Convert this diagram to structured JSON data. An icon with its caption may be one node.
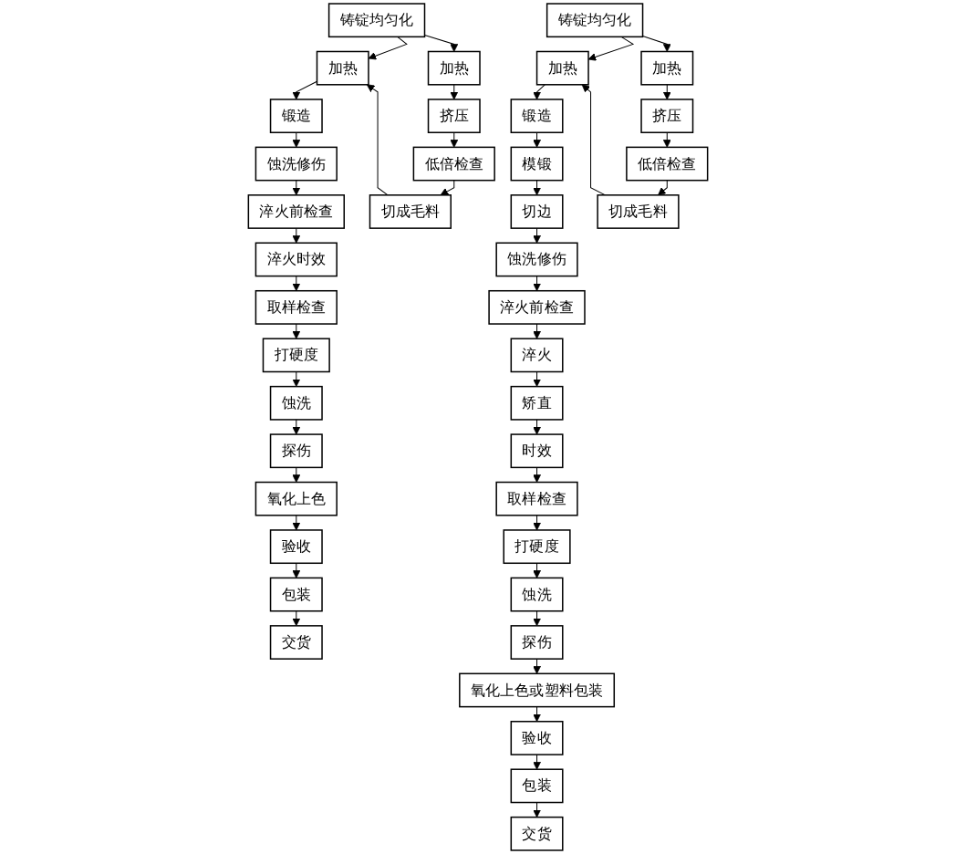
{
  "diagram": {
    "nodes": [
      {
        "text": [
          "铸锭均匀化"
        ]
      },
      {
        "text": [
          "加热"
        ]
      },
      {
        "text": [
          "锻造"
        ]
      },
      {
        "text": [
          "蚀洗修伤"
        ]
      },
      {
        "text": [
          "淬火前检查"
        ]
      },
      {
        "text": [
          "淬火时效"
        ]
      },
      {
        "text": [
          "取样检查"
        ]
      },
      {
        "text": [
          "打硬度"
        ]
      },
      {
        "text": [
          "蚀洗"
        ]
      },
      {
        "text": [
          "探伤"
        ]
      },
      {
        "text": [
          "氧化上色"
        ]
      },
      {
        "text": [
          "验收"
        ]
      },
      {
        "text": [
          "包装"
        ]
      },
      {
        "text": [
          "交货"
        ]
      },
      {
        "text": [
          "加热"
        ]
      },
      {
        "text": [
          "挤压"
        ]
      },
      {
        "text": [
          "低倍检查"
        ]
      },
      {
        "text": [
          "切成毛料"
        ]
      },
      {
        "text": [
          "铸锭均匀化"
        ]
      },
      {
        "text": [
          "加热"
        ]
      },
      {
        "text": [
          "锻造"
        ]
      },
      {
        "text": [
          "模锻"
        ]
      },
      {
        "text": [
          "切边"
        ]
      },
      {
        "text": [
          "蚀洗修伤"
        ]
      },
      {
        "text": [
          "淬火前检查"
        ]
      },
      {
        "text": [
          "淬火"
        ]
      },
      {
        "text": [
          "矫直"
        ]
      },
      {
        "text": [
          "时效"
        ]
      },
      {
        "text": [
          "取样检查"
        ]
      },
      {
        "text": [
          "打硬度"
        ]
      },
      {
        "text": [
          "蚀洗"
        ]
      },
      {
        "text": [
          "加热"
        ]
      },
      {
        "text": [
          "挤压"
        ]
      },
      {
        "text": [
          "低倍检查"
        ]
      },
      {
        "text": [
          "切成毛料"
        ]
      },
      {
        "text": [
          "探伤"
        ]
      },
      {
        "text": [
          "氧化上色或塑料包装"
        ]
      },
      {
        "text": [
          "验收"
        ]
      },
      {
        "text": [
          "包装"
        ]
      },
      {
        "text": [
          "交货"
        ]
      }
    ],
    "edges": [
      {
        "from": 0,
        "to": 1,
        "arrow": "to"
      },
      {
        "from": 1,
        "to": 2,
        "arrow": "to"
      },
      {
        "from": 2,
        "to": 3,
        "arrow": "to"
      },
      {
        "from": 3,
        "to": 4,
        "arrow": "to"
      },
      {
        "from": 4,
        "to": 5,
        "arrow": "to"
      },
      {
        "from": 5,
        "to": 6,
        "arrow": "to"
      },
      {
        "from": 6,
        "to": 7,
        "arrow": "to"
      },
      {
        "from": 7,
        "to": 8,
        "arrow": "to"
      },
      {
        "from": 8,
        "to": 9,
        "arrow": "to"
      },
      {
        "from": 9,
        "to": 10,
        "arrow": "to"
      },
      {
        "from": 10,
        "to": 11,
        "arrow": "to"
      },
      {
        "from": 11,
        "to": 12,
        "arrow": "to"
      },
      {
        "from": 12,
        "to": 13,
        "arrow": "to"
      },
      {
        "from": 0,
        "to": 14,
        "arrow": "to"
      },
      {
        "from": 14,
        "to": 15,
        "arrow": "to"
      },
      {
        "from": 15,
        "to": 16,
        "arrow": "to"
      },
      {
        "from": 16,
        "to": 17,
        "arrow": "to"
      },
      {
        "from": 17,
        "to": 1,
        "arrow": "to"
      },
      {
        "from": 18,
        "to": 19,
        "arrow": "to"
      },
      {
        "from": 19,
        "to": 20,
        "arrow": "to"
      },
      {
        "from": 20,
        "to": 21,
        "arrow": "to"
      },
      {
        "from": 21,
        "to": 22,
        "arrow": "to"
      },
      {
        "from": 22,
        "to": 23,
        "arrow": "to"
      },
      {
        "from": 23,
        "to": 24,
        "arrow": "to"
      },
      {
        "from": 24,
        "to": 25,
        "arrow": "to"
      },
      {
        "from": 25,
        "to": 26,
        "arrow": "to"
      },
      {
        "from": 26,
        "to": 27,
        "arrow": "to"
      },
      {
        "from": 27,
        "to": 28,
        "arrow": "to"
      },
      {
        "from": 28,
        "to": 29,
        "arrow": "to"
      },
      {
        "from": 29,
        "to": 30,
        "arrow": "to"
      },
      {
        "from": 30,
        "to": 35,
        "arrow": "to"
      },
      {
        "from": 35,
        "to": 36,
        "arrow": "to"
      },
      {
        "from": 36,
        "to": 37,
        "arrow": "to"
      },
      {
        "from": 37,
        "to": 38,
        "arrow": "to"
      },
      {
        "from": 38,
        "to": 39,
        "arrow": "to"
      },
      {
        "from": 18,
        "to": 31,
        "arrow": "to"
      },
      {
        "from": 31,
        "to": 32,
        "arrow": "to"
      },
      {
        "from": 32,
        "to": 33,
        "arrow": "to"
      },
      {
        "from": 33,
        "to": 34,
        "arrow": "to"
      },
      {
        "from": 34,
        "to": 19,
        "arrow": "to"
      }
    ]
  }
}
